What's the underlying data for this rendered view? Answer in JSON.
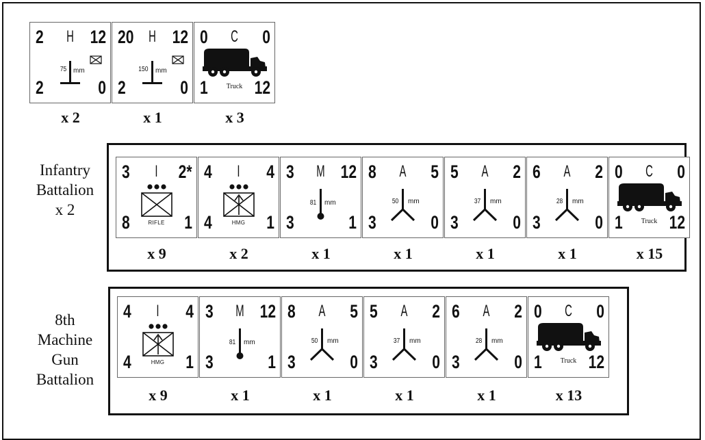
{
  "top_row": {
    "counters": [
      {
        "tl": "2",
        "type": "H",
        "tr": "12",
        "bl": "2",
        "br": "0",
        "caliber": "75",
        "mm": "mm",
        "kind": "howitzer"
      },
      {
        "tl": "20",
        "type": "H",
        "tr": "12",
        "bl": "2",
        "br": "0",
        "caliber": "150",
        "mm": "mm",
        "kind": "howitzer"
      },
      {
        "tl": "0",
        "type": "C",
        "tr": "0",
        "bl": "1",
        "br": "12",
        "label": "Truck",
        "kind": "truck"
      }
    ],
    "quantities": [
      "x 2",
      "x 1",
      "x 3"
    ]
  },
  "infantry": {
    "label": "Infantry\nBattalion\nx 2",
    "counters": [
      {
        "tl": "3",
        "type": "I",
        "tr": "2*",
        "bl": "8",
        "br": "1",
        "label": "RIFLE",
        "kind": "rifle"
      },
      {
        "tl": "4",
        "type": "I",
        "tr": "4",
        "bl": "4",
        "br": "1",
        "label": "HMG",
        "kind": "hmg"
      },
      {
        "tl": "3",
        "type": "M",
        "tr": "12",
        "bl": "3",
        "br": "1",
        "caliber": "81",
        "mm": "mm",
        "kind": "mortar"
      },
      {
        "tl": "8",
        "type": "A",
        "tr": "5",
        "bl": "3",
        "br": "0",
        "caliber": "50",
        "mm": "mm",
        "kind": "antitank"
      },
      {
        "tl": "5",
        "type": "A",
        "tr": "2",
        "bl": "3",
        "br": "0",
        "caliber": "37",
        "mm": "mm",
        "kind": "antitank"
      },
      {
        "tl": "6",
        "type": "A",
        "tr": "2",
        "bl": "3",
        "br": "0",
        "caliber": "28",
        "mm": "mm",
        "kind": "antitank"
      },
      {
        "tl": "0",
        "type": "C",
        "tr": "0",
        "bl": "1",
        "br": "12",
        "label": "Truck",
        "kind": "truck"
      }
    ],
    "quantities": [
      "x 9",
      "x 2",
      "x 1",
      "x 1",
      "x 1",
      "x 1",
      "x 15"
    ]
  },
  "mg_battalion": {
    "label": "8th\nMachine\nGun\nBattalion",
    "counters": [
      {
        "tl": "4",
        "type": "I",
        "tr": "4",
        "bl": "4",
        "br": "1",
        "label": "HMG",
        "kind": "hmg"
      },
      {
        "tl": "3",
        "type": "M",
        "tr": "12",
        "bl": "3",
        "br": "1",
        "caliber": "81",
        "mm": "mm",
        "kind": "mortar"
      },
      {
        "tl": "8",
        "type": "A",
        "tr": "5",
        "bl": "3",
        "br": "0",
        "caliber": "50",
        "mm": "mm",
        "kind": "antitank"
      },
      {
        "tl": "5",
        "type": "A",
        "tr": "2",
        "bl": "3",
        "br": "0",
        "caliber": "37",
        "mm": "mm",
        "kind": "antitank"
      },
      {
        "tl": "6",
        "type": "A",
        "tr": "2",
        "bl": "3",
        "br": "0",
        "caliber": "28",
        "mm": "mm",
        "kind": "antitank"
      },
      {
        "tl": "0",
        "type": "C",
        "tr": "0",
        "bl": "1",
        "br": "12",
        "label": "Truck",
        "kind": "truck"
      }
    ],
    "quantities": [
      "x 9",
      "x 1",
      "x 1",
      "x 1",
      "x 1",
      "x 13"
    ]
  }
}
